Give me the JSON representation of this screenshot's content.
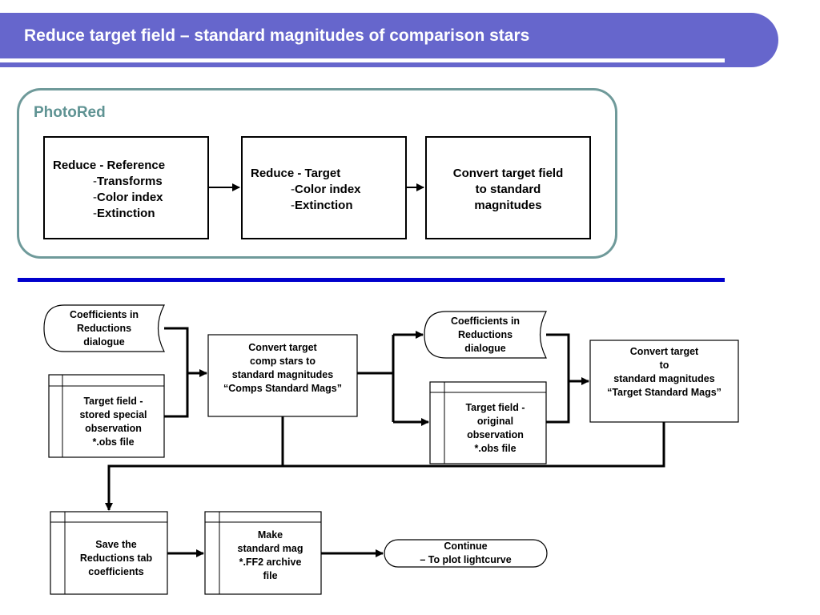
{
  "title": "Reduce target field – standard magnitudes of comparison stars",
  "photored": {
    "label": "PhotoRed",
    "box1": {
      "heading": "Reduce - Reference",
      "items": [
        "Transforms",
        "Color index",
        "Extinction"
      ],
      "bullet": "-"
    },
    "box2": {
      "heading": "Reduce - Target",
      "items": [
        "Color index",
        "Extinction"
      ],
      "bullet": "-"
    },
    "box3": {
      "lines": [
        "Convert target field",
        "to standard",
        "magnitudes"
      ]
    }
  },
  "flow": {
    "coeff1": [
      "Coefficients in",
      "Reductions",
      "dialogue"
    ],
    "target_stored": [
      "Target field -",
      "stored special",
      "observation",
      "*.obs file"
    ],
    "convert_comp": [
      "Convert target",
      "comp stars to",
      "standard magnitudes",
      "“Comps Standard Mags”"
    ],
    "coeff2": [
      "Coefficients in",
      "Reductions",
      "dialogue"
    ],
    "target_original": [
      "Target field -",
      "original",
      "observation",
      "*.obs file"
    ],
    "convert_target": [
      "Convert target",
      "to",
      "standard magnitudes",
      "“Target Standard Mags”"
    ],
    "save": [
      "Save the",
      "Reductions tab",
      "coefficients"
    ],
    "make": [
      "Make",
      "standard mag",
      "*.FF2 archive",
      "file"
    ],
    "continue": [
      "Continue",
      "– To plot lightcurve"
    ]
  }
}
